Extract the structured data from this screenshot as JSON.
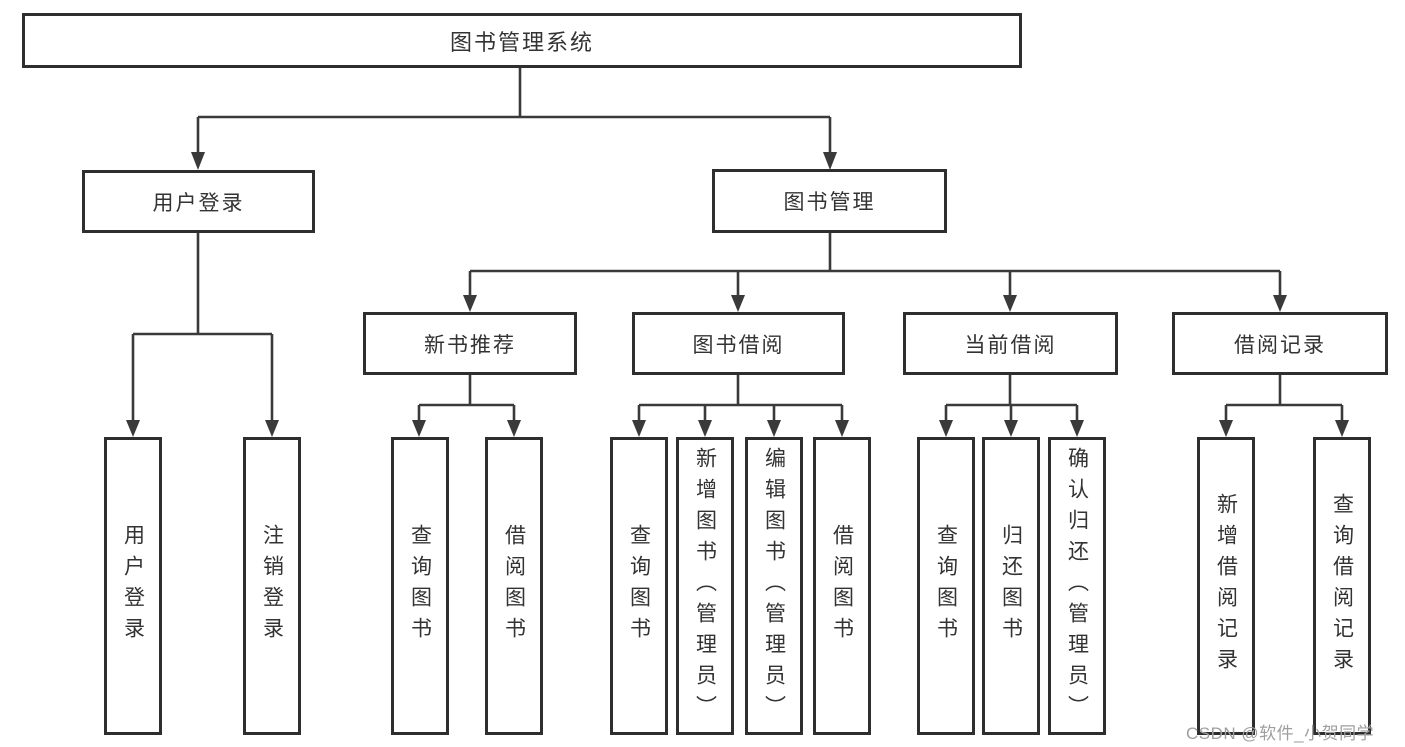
{
  "diagram": {
    "title": "图书管理系统",
    "children": [
      {
        "label": "用户登录",
        "children": [
          {
            "label": "用户登录"
          },
          {
            "label": "注销登录"
          }
        ]
      },
      {
        "label": "图书管理",
        "children": [
          {
            "label": "新书推荐",
            "children": [
              {
                "label": "查询图书"
              },
              {
                "label": "借阅图书"
              }
            ]
          },
          {
            "label": "图书借阅",
            "children": [
              {
                "label": "查询图书"
              },
              {
                "label": "新增图书（管理员）"
              },
              {
                "label": "编辑图书（管理员）"
              },
              {
                "label": "借阅图书"
              }
            ]
          },
          {
            "label": "当前借阅",
            "children": [
              {
                "label": "查询图书"
              },
              {
                "label": "归还图书"
              },
              {
                "label": "确认归还（管理员）"
              }
            ]
          },
          {
            "label": "借阅记录",
            "children": [
              {
                "label": "新增借阅记录"
              },
              {
                "label": "查询借阅记录"
              }
            ]
          }
        ]
      }
    ]
  },
  "watermark": "CSDN @软件_小贺同学",
  "colors": {
    "box_border": "#2e2e2e",
    "line": "#3a3a3a",
    "text": "#333333",
    "watermark": "#9f9f9f",
    "background": "#ffffff"
  }
}
